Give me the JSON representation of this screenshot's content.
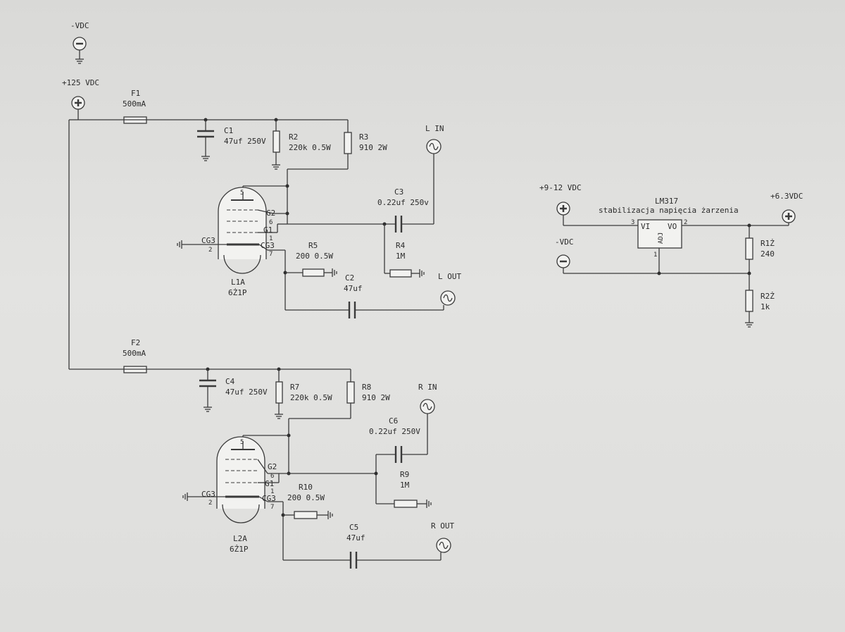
{
  "power": {
    "neg_vdc": "-VDC",
    "pos_125": "+125 VDC",
    "pos_9_12": "+9-12 VDC",
    "neg_vdc_reg": "-VDC",
    "pos_6v3": "+6.3VDC",
    "plus_symbol": "+",
    "minus_symbol": "−"
  },
  "left_channel": {
    "f1": {
      "ref": "F1",
      "value": "500mA"
    },
    "c1": {
      "ref": "C1",
      "value": "47uf 250V"
    },
    "r2": {
      "ref": "R2",
      "value": "220k 0.5W"
    },
    "r3": {
      "ref": "R3",
      "value": "910 2W"
    },
    "input": "L IN",
    "output": "L OUT",
    "c3": {
      "ref": "C3",
      "value": "0.22uf 250v"
    },
    "r4": {
      "ref": "R4",
      "value": "1M"
    },
    "r5": {
      "ref": "R5",
      "value": "200 0.5W"
    },
    "c2": {
      "ref": "C2",
      "value": "47uf"
    },
    "tube": {
      "ref": "L1A",
      "type": "6Ż1P"
    },
    "pins": {
      "p_num": "5",
      "g2": "G2",
      "g2_num": "6",
      "g1": "G1",
      "g1_num": "1",
      "cg3_right": "CG3",
      "cg3_right_num": "7",
      "cg3_left": "CG3",
      "cg3_left_num": "2"
    }
  },
  "right_channel": {
    "f2": {
      "ref": "F2",
      "value": "500mA"
    },
    "c4": {
      "ref": "C4",
      "value": "47uf 250V"
    },
    "r7": {
      "ref": "R7",
      "value": "220k 0.5W"
    },
    "r8": {
      "ref": "R8",
      "value": "910 2W"
    },
    "input": "R IN",
    "output": "R OUT",
    "c6": {
      "ref": "C6",
      "value": "0.22uf 250V"
    },
    "r9": {
      "ref": "R9",
      "value": "1M"
    },
    "r10": {
      "ref": "R10",
      "value": "200 0.5W"
    },
    "c5": {
      "ref": "C5",
      "value": "47uf"
    },
    "tube": {
      "ref": "L2A",
      "type": "6Ż1P"
    },
    "pins": {
      "p_num": "5",
      "g2": "G2",
      "g2_num": "6",
      "g1": "G1",
      "g1_num": "1",
      "cg3_right": "CG3",
      "cg3_right_num": "7",
      "cg3_left": "CG3",
      "cg3_left_num": "2"
    }
  },
  "regulator": {
    "ref": "LM317",
    "description": "stabilizacja napięcia żarzenia",
    "pin_vi": "VI",
    "pin_vo": "VO",
    "pin_adj": "ADJ",
    "pin3": "3",
    "pin2": "2",
    "pin1": "1",
    "r1z": {
      "ref": "R1Ż",
      "value": "240"
    },
    "r2z": {
      "ref": "R2Ż",
      "value": "1k"
    }
  }
}
